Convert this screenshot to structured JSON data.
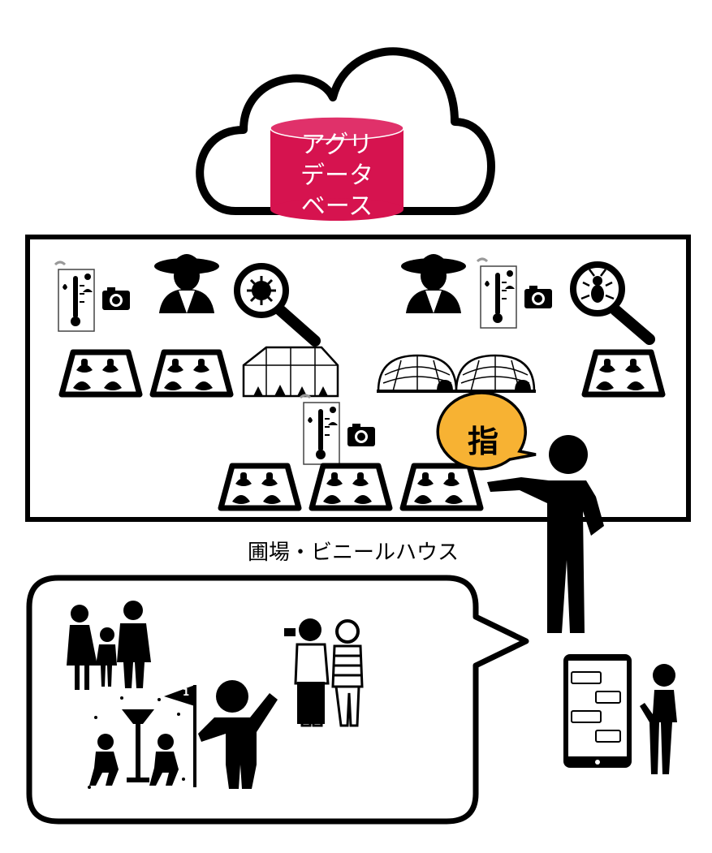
{
  "database": {
    "lines": [
      "アグリ",
      "データ",
      "ベース"
    ]
  },
  "field": {
    "caption": "圃場・ビニールハウス"
  },
  "guide_bubble": {
    "text": "指"
  },
  "golf_flag": {
    "number": "1"
  },
  "colors": {
    "database": "#d6134f",
    "bubble": "#f7b233",
    "ink": "#000000"
  }
}
